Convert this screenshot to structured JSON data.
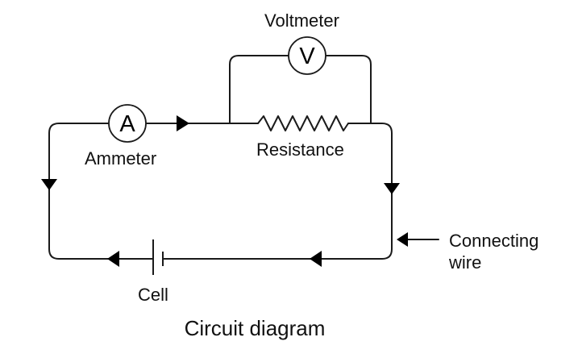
{
  "diagram": {
    "title": "Circuit diagram",
    "components": {
      "ammeter": {
        "symbol": "A",
        "label": "Ammeter"
      },
      "voltmeter": {
        "symbol": "V",
        "label": "Voltmeter"
      },
      "resistor": {
        "label": "Resistance"
      },
      "cell": {
        "label": "Cell"
      },
      "wire": {
        "label_line1": "Connecting",
        "label_line2": "wire"
      }
    },
    "current_direction": "clockwise",
    "colors": {
      "stroke": "#1a1a1a",
      "background": "#ffffff"
    }
  }
}
